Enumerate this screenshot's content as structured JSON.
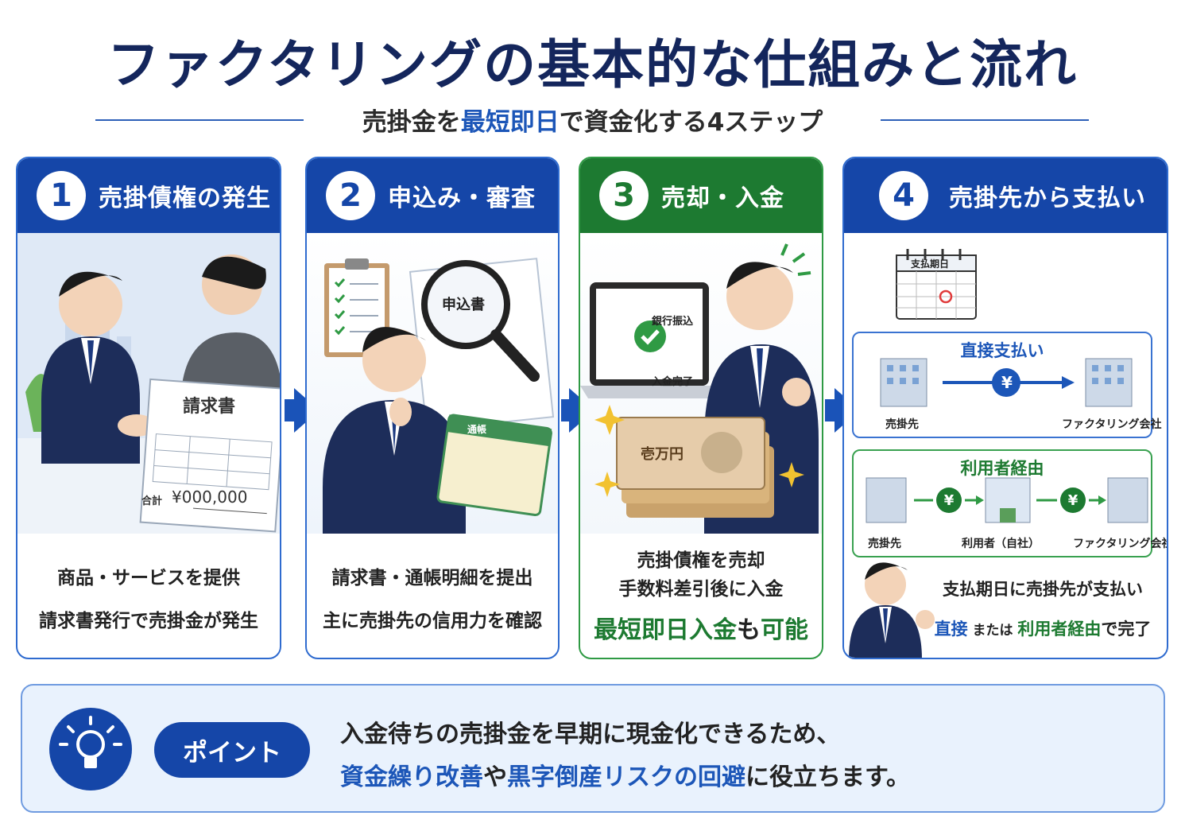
{
  "title": "ファクタリングの基本的な仕組みと流れ",
  "subtitle": {
    "pre": "売掛金を",
    "highlight": "最短即日",
    "post": "で資金化する4ステップ"
  },
  "steps": [
    {
      "num": "1",
      "title": "売掛債権の発生",
      "invoice_title": "請求書",
      "invoice_total_label": "合計",
      "invoice_total_value": "¥000,000",
      "lines": [
        "商品・サービスを提供",
        "請求書発行で売掛金が発生"
      ]
    },
    {
      "num": "2",
      "title": "申込み・審査",
      "form_label": "申込書",
      "passbook_label": "通帳",
      "lines": [
        "請求書・通帳明細を提出",
        "主に売掛先の信用力を確認"
      ]
    },
    {
      "num": "3",
      "title": "売却・入金",
      "laptop_top": "銀行振込",
      "laptop_bottom": "入金完了",
      "banknote_label": "壱万円",
      "lines": [
        "売掛債権を売却",
        "手数料差引後に入金"
      ],
      "emphasis": {
        "a": "最短即日入金",
        "b": "も",
        "c": "可能"
      }
    },
    {
      "num": "4",
      "title": "売掛先から支払い",
      "calendar_label": "支払期日",
      "direct": {
        "label": "直接支払い",
        "from": "売掛先",
        "to": "ファクタリング会社",
        "yen": "¥"
      },
      "via": {
        "label": "利用者経由",
        "from": "売掛先",
        "mid": "利用者（自社）",
        "to": "ファクタリング会社",
        "yen": "¥"
      },
      "line1": "支払期日に売掛先が支払い",
      "line2": {
        "a": "直接",
        "b": " または ",
        "c": "利用者経由",
        "d": "で完了"
      }
    }
  ],
  "point": {
    "label": "ポイント",
    "line1": "入金待ちの売掛金を早期に現金化できるため、",
    "line2": {
      "a": "資金繰り改善",
      "b": "や",
      "c": "黒字倒産リスクの回避",
      "d": "に役立ちます。"
    }
  },
  "colors": {
    "navy": "#14265c",
    "blue": "#1546a8",
    "green": "#1d7a31",
    "accent": "#1c56b8"
  }
}
